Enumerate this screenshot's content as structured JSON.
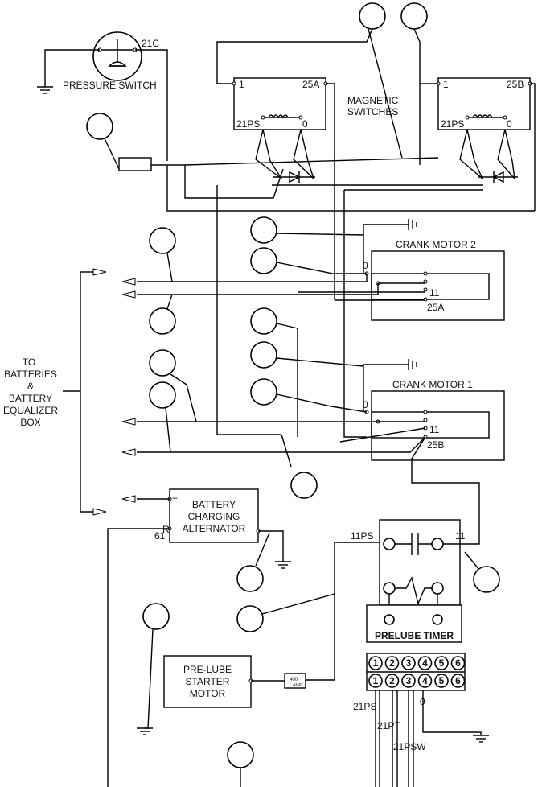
{
  "diagram": {
    "pressure_switch": {
      "label": "PRESSURE SWITCH",
      "terminal": "21C"
    },
    "magnetic_switches": {
      "label_line1": "MAGNETIC",
      "label_line2": "SWITCHES"
    },
    "magnetic_switch_a": {
      "t1": "1",
      "t2": "25A",
      "t3": "21PS",
      "t4": "0"
    },
    "magnetic_switch_b": {
      "t1": "1",
      "t2": "25B",
      "t3": "21PS",
      "t4": "0"
    },
    "crank_motor_2": {
      "title": "CRANK MOTOR  2",
      "t0": "0",
      "t11": "11",
      "t25": "25A"
    },
    "crank_motor_1": {
      "title": "CRANK MOTOR  1",
      "t0": "0",
      "t11": "11",
      "t25": "25B"
    },
    "batteries": {
      "line1": "TO",
      "line2": "BATTERIES",
      "line3": "&",
      "line4": "BATTERY",
      "line5": "EQUALIZER",
      "line6": "BOX"
    },
    "alternator": {
      "line1": "BATTERY",
      "line2": "CHARGING",
      "line3": "ALTERNATOR",
      "plus": "+",
      "r": "R",
      "t61": "61"
    },
    "prelube_timer": {
      "title": "PRELUBE TIMER",
      "t11ps": "11PS",
      "t11": "11",
      "terminals_top": [
        "1",
        "2",
        "3",
        "4",
        "5",
        "6"
      ],
      "terminals_bottom": [
        "1",
        "2",
        "3",
        "4",
        "5",
        "6"
      ],
      "w21ps": "21PS",
      "w21pt": "21PT",
      "w21psw": "21PSW",
      "w0": "0"
    },
    "starter_motor": {
      "line1": "PRE-LUBE",
      "line2": "STARTER",
      "line3": "MOTOR"
    },
    "fuse": {
      "value": "400",
      "unit": "AMP"
    }
  }
}
